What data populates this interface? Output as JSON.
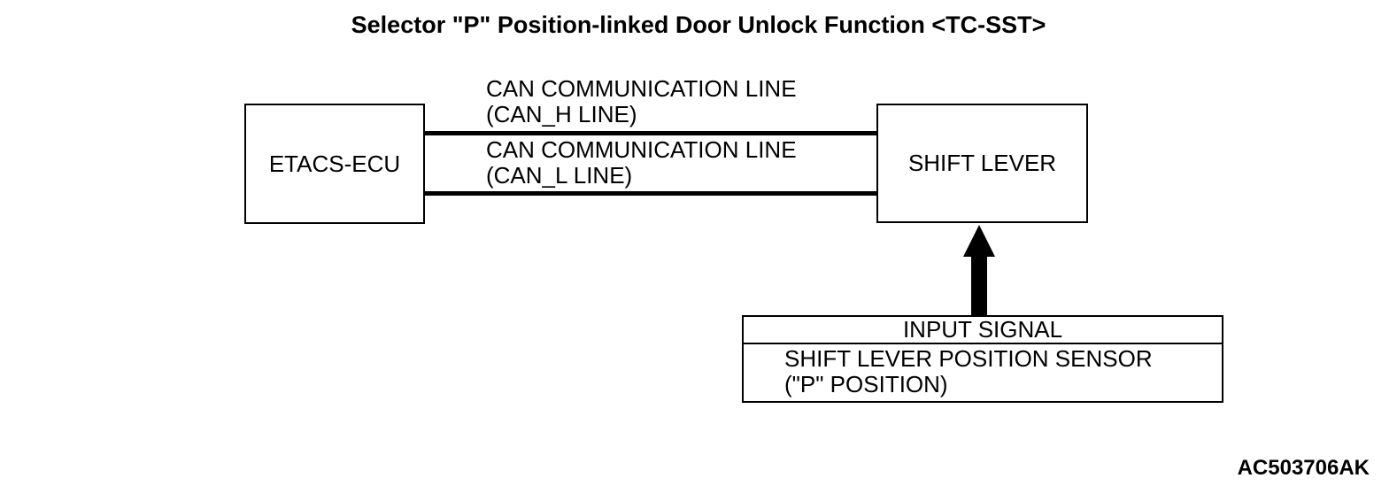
{
  "page": {
    "title": "Selector \"P\" Position-linked Door Unlock Function <TC-SST>",
    "figure_code": "AC503706AK",
    "colors": {
      "background": "#ffffff",
      "foreground": "#000000"
    }
  },
  "diagram": {
    "type": "block-diagram",
    "nodes": {
      "etacs_ecu": {
        "label": "ETACS-ECU"
      },
      "shift_lever": {
        "label": "SHIFT LEVER"
      },
      "input_signal": {
        "header": "INPUT SIGNAL",
        "body_line1": "SHIFT LEVER POSITION SENSOR",
        "body_line2": "(\"P\" POSITION)"
      }
    },
    "connections": {
      "can_h": {
        "from": "ETACS-ECU",
        "to": "SHIFT LEVER",
        "label_line1": "CAN COMMUNICATION LINE",
        "label_line2": "(CAN_H LINE)"
      },
      "can_l": {
        "from": "ETACS-ECU",
        "to": "SHIFT LEVER",
        "label_line1": "CAN COMMUNICATION LINE",
        "label_line2": "(CAN_L LINE)"
      },
      "input_arrow": {
        "from": "INPUT SIGNAL",
        "to": "SHIFT LEVER",
        "direction": "up"
      }
    }
  }
}
